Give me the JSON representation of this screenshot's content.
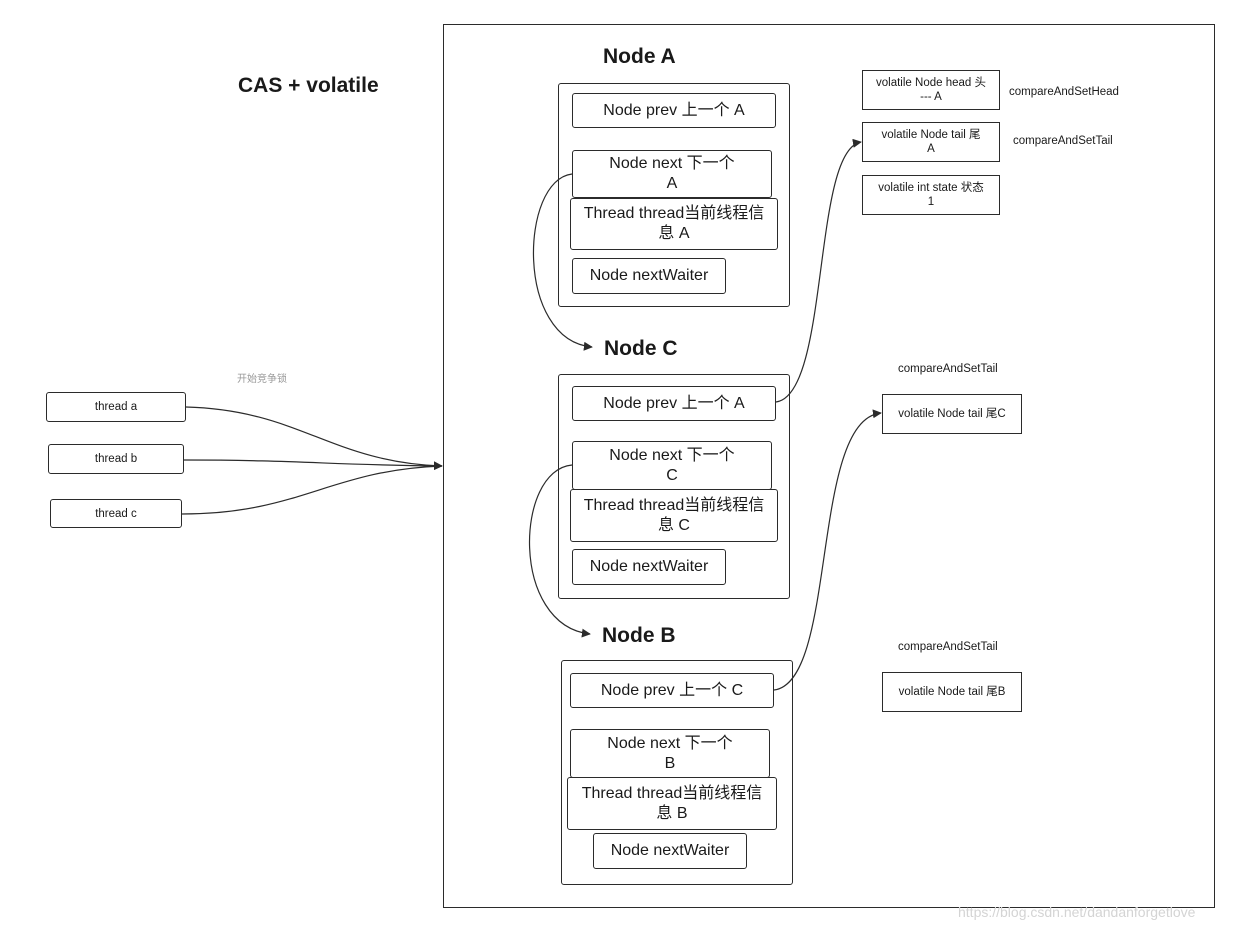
{
  "title": "CAS + volatile",
  "threads": [
    "thread a",
    "thread b",
    "thread c"
  ],
  "thread_note": "开始竞争锁",
  "nodes": {
    "a": {
      "title": "Node  A",
      "prev": "Node prev 上一个 A",
      "next_line1": "Node next 下一个",
      "next_line2": "A",
      "thread_line1": "Thread thread当前线程信",
      "thread_line2": "息  A",
      "waiter": "Node nextWaiter"
    },
    "c": {
      "title": "Node  C",
      "prev": "Node prev 上一个 A",
      "next_line1": "Node next 下一个",
      "next_line2": "C",
      "thread_line1": "Thread thread当前线程信",
      "thread_line2": "息  C",
      "waiter": "Node nextWaiter"
    },
    "b": {
      "title": "Node  B",
      "prev": "Node prev 上一个 C",
      "next_line1": "Node next 下一个",
      "next_line2": "B",
      "thread_line1": "Thread thread当前线程信",
      "thread_line2": "息  B",
      "waiter": "Node nextWaiter"
    }
  },
  "state": {
    "head_line1": "volatile Node head 头",
    "head_line2": "--- A",
    "head_op": "compareAndSetHead",
    "tail_line1": "volatile Node tail 尾",
    "tail_line2": "A",
    "tail_op": "compareAndSetTail",
    "state_line1": "volatile int state 状态",
    "state_line2": "1"
  },
  "tail_c": {
    "op": "compareAndSetTail",
    "box": "volatile Node tail 尾C"
  },
  "tail_b": {
    "op": "compareAndSetTail",
    "box": "volatile Node tail 尾B"
  },
  "watermark": "https://blog.csdn.net/dandanforgetlove"
}
